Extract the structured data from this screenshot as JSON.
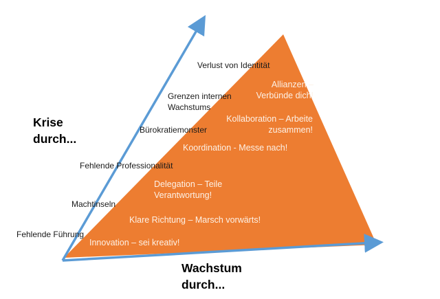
{
  "colors": {
    "arrow": "#5b9bd5",
    "triangle": "#ed7d31",
    "crisis_text": "#1a1a1a",
    "stage_text": "#fdf1e6",
    "background": "#ffffff"
  },
  "axes": {
    "crisis_axis_label": "Krise durch...",
    "growth_axis_label": "Wachstum durch..."
  },
  "crises": [
    {
      "id": "fehlende-fuehrung",
      "label": "Fehlende Führung"
    },
    {
      "id": "machtinseln",
      "label": "Machtinseln"
    },
    {
      "id": "fehlende-professionalitaet",
      "label": "Fehlende Professionalität"
    },
    {
      "id": "buerokratiemonster",
      "label": "Bürokratiemonster"
    },
    {
      "id": "grenzen-internen-wachstums",
      "label": "Grenzen internen Wachstums"
    },
    {
      "id": "verlust-von-identitaet",
      "label": "Verlust von Identität"
    }
  ],
  "stages": [
    {
      "id": "innovation",
      "label": "Innovation – sei kreativ!"
    },
    {
      "id": "klare-richtung",
      "label": "Klare Richtung – Marsch vorwärts!"
    },
    {
      "id": "delegation",
      "label": "Delegation – Teile Verantwortung!"
    },
    {
      "id": "koordination",
      "label": "Koordination - Messe nach!"
    },
    {
      "id": "kollaboration",
      "label": "Kollaboration – Arbeite zusammen!"
    },
    {
      "id": "allianzen",
      "label": "Allianzen – Verbünde dich!"
    }
  ]
}
